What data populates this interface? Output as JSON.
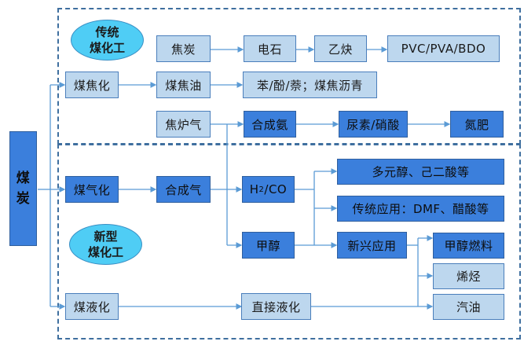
{
  "diagram": {
    "root": {
      "label_line1": "煤",
      "label_line2": "炭"
    },
    "regions": {
      "traditional": {
        "label_line1": "传统",
        "label_line2": "煤化工"
      },
      "modern": {
        "label_line1": "新型",
        "label_line2": "煤化工"
      }
    },
    "nodes": {
      "coking": "煤焦化",
      "coke": "焦炭",
      "calcium_carbide": "电石",
      "acetylene": "乙炔",
      "pvc_pva_bdo": "PVC/PVA/BDO",
      "coal_tar": "煤焦油",
      "benzene_phenol": "苯/酚/萘；煤焦沥青",
      "coke_oven_gas": "焦炉气",
      "synthetic_ammonia": "合成氨",
      "urea_nitric": "尿素/硝酸",
      "nitrogen_fertilizer": "氮肥",
      "gasification": "煤气化",
      "syngas": "合成气",
      "h2co_prefix": "H",
      "h2co_sub": "2",
      "h2co_suffix": "/CO",
      "polyols": "多元醇、己二酸等",
      "traditional_apps": "传统应用：DMF、醋酸等",
      "methanol": "甲醇",
      "emerging_apps": "新兴应用",
      "methanol_fuel": "甲醇燃料",
      "olefins": "烯烃",
      "liquefaction": "煤液化",
      "direct_liquefaction": "直接液化",
      "gasoline": "汽油"
    },
    "colors": {
      "light_box": "#bdd7ee",
      "dark_box": "#3b7fdc",
      "ellipse": "#4fcdf5",
      "connector": "#5b9bd5",
      "region_border": "#3f6f9f"
    }
  }
}
